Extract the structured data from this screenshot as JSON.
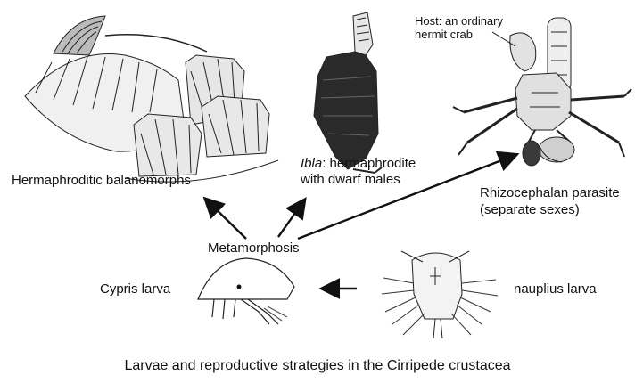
{
  "labels": {
    "host": "Host: an ordinary\nhermit crab",
    "balanomorphs": "Hermaphroditic balanomorphs",
    "ibla_italic": "Ibla",
    "ibla_rest": ": hermaphrodite",
    "ibla_line2": "with dwarf males",
    "rhizo_line1": "Rhizocephalan parasite",
    "rhizo_line2": "(separate sexes)",
    "metamorphosis": "Metamorphosis",
    "cypris": "Cypris larva",
    "nauplius": "nauplius larva"
  },
  "caption": "Larvae and reproductive strategies in the Cirripede crustacea",
  "colors": {
    "ink": "#111111",
    "shade": "#3a3a3a",
    "background": "#ffffff"
  }
}
